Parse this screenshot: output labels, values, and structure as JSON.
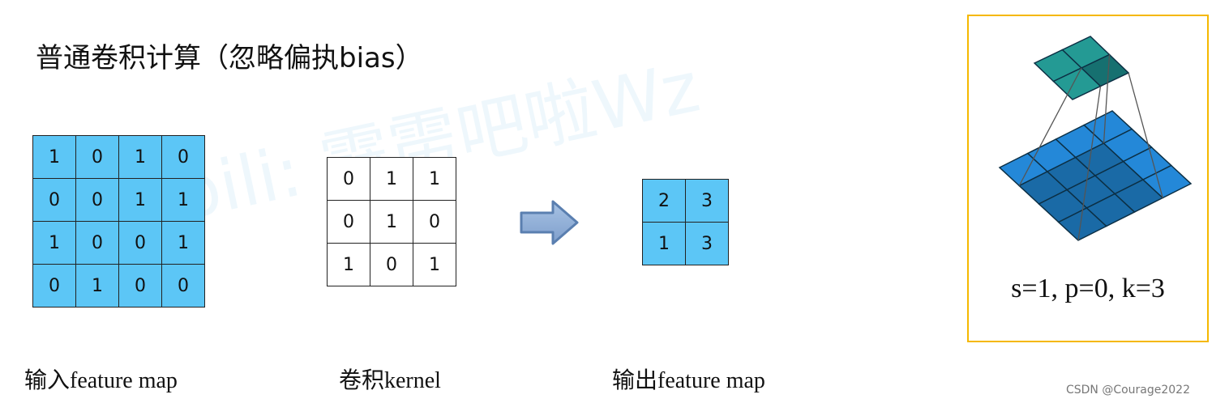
{
  "title": "普通卷积计算（忽略偏执bias）",
  "watermark": "bilibili: 霹雳吧啦Wz",
  "input": {
    "label": "输入feature map",
    "values": [
      [
        "1",
        "0",
        "1",
        "0"
      ],
      [
        "0",
        "0",
        "1",
        "1"
      ],
      [
        "1",
        "0",
        "0",
        "1"
      ],
      [
        "0",
        "1",
        "0",
        "0"
      ]
    ]
  },
  "kernel": {
    "label": "卷积kernel",
    "values": [
      [
        "0",
        "1",
        "1"
      ],
      [
        "0",
        "1",
        "0"
      ],
      [
        "1",
        "0",
        "1"
      ]
    ]
  },
  "output": {
    "label": "输出feature map",
    "values": [
      [
        "2",
        "3"
      ],
      [
        "1",
        "3"
      ]
    ]
  },
  "illustration": {
    "caption": "s=1, p=0, k=3"
  },
  "credit": "CSDN @Courage2022",
  "colors": {
    "cell": "#5cc6f6",
    "frame": "#f5b800",
    "arrow": "#8aaed6"
  }
}
